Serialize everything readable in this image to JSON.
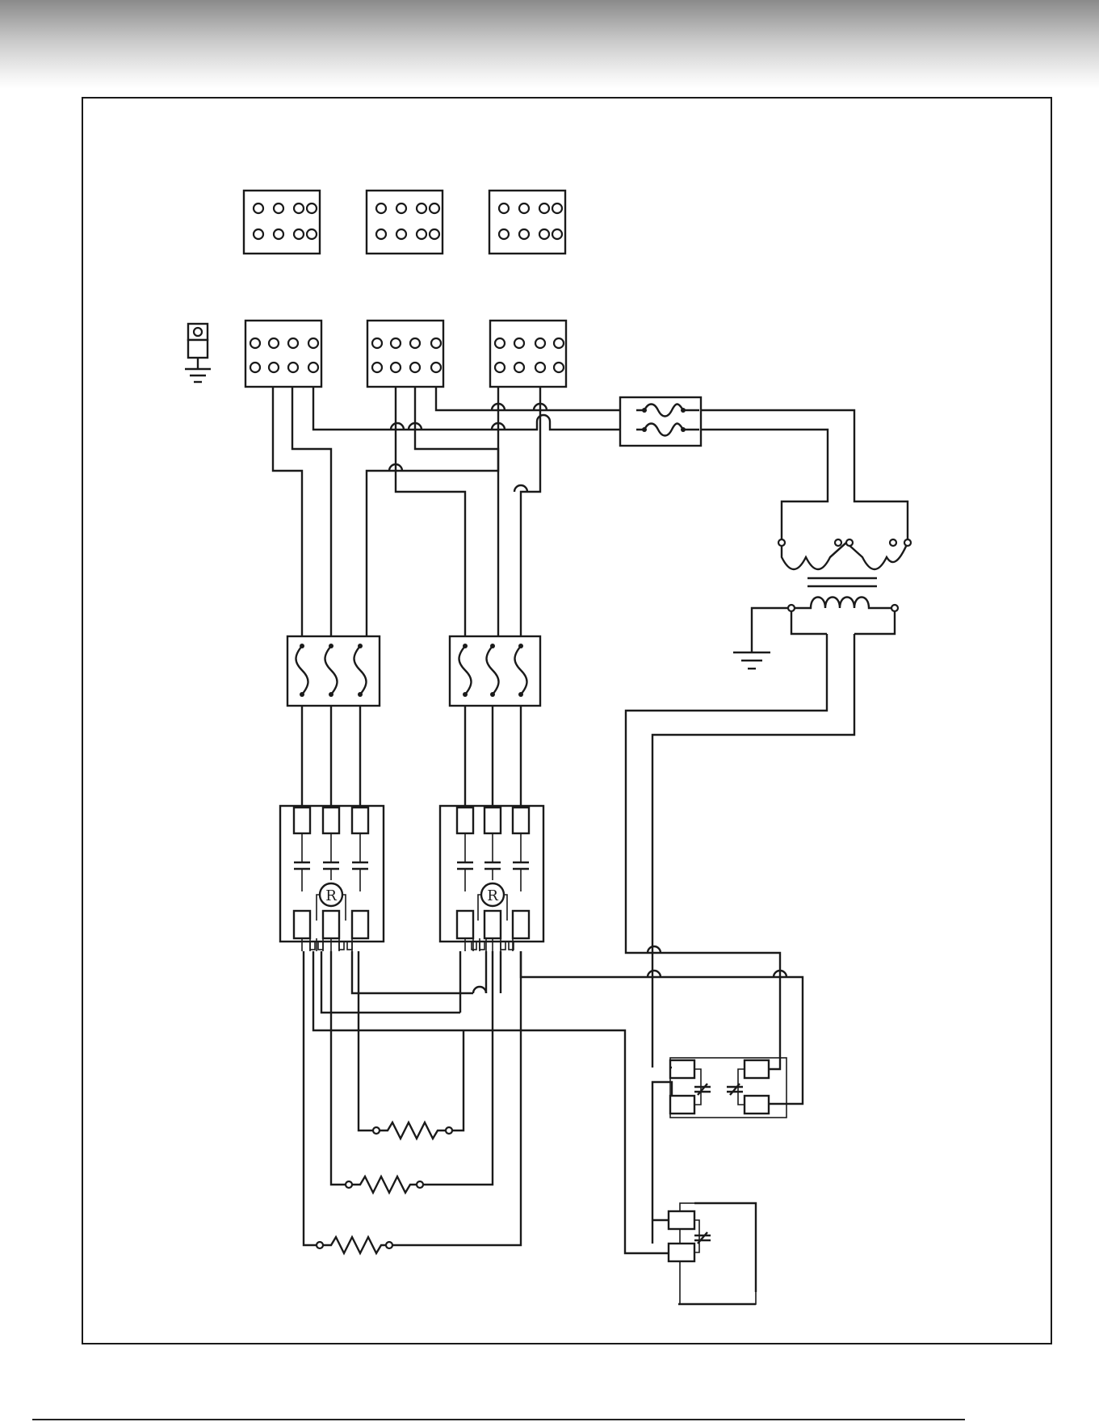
{
  "diagram": {
    "motor_label": "R",
    "colors": {
      "ink": "#1a1a1a",
      "paper": "#ffffff",
      "header_band": "#8a8a8a"
    },
    "components": {
      "terminal_blocks": 6,
      "ground_post": 1,
      "two_pole_fuse_block": 1,
      "three_pole_fuse_blocks": 2,
      "control_transformer": 1,
      "contactors": 2,
      "heating_resistors": 3,
      "dual_relay": 1,
      "single_relay": 1
    }
  }
}
